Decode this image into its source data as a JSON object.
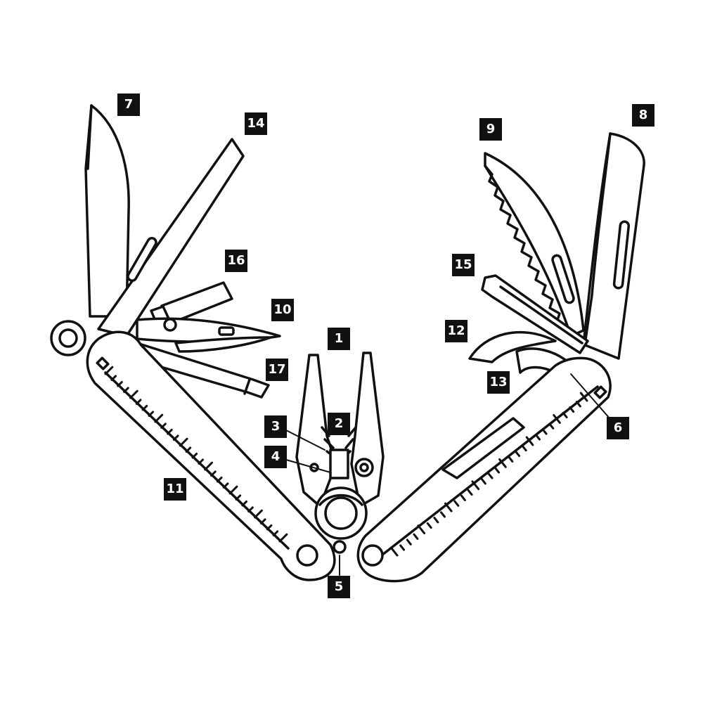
{
  "diagram": {
    "callouts": [
      {
        "id": "c1",
        "label": "1"
      },
      {
        "id": "c2",
        "label": "2"
      },
      {
        "id": "c3",
        "label": "3"
      },
      {
        "id": "c4",
        "label": "4"
      },
      {
        "id": "c5",
        "label": "5"
      },
      {
        "id": "c6",
        "label": "6"
      },
      {
        "id": "c7",
        "label": "7"
      },
      {
        "id": "c8",
        "label": "8"
      },
      {
        "id": "c9",
        "label": "9"
      },
      {
        "id": "c10",
        "label": "10"
      },
      {
        "id": "c11",
        "label": "11"
      },
      {
        "id": "c12",
        "label": "12"
      },
      {
        "id": "c13",
        "label": "13"
      },
      {
        "id": "c14",
        "label": "14"
      },
      {
        "id": "c15",
        "label": "15"
      },
      {
        "id": "c16",
        "label": "16"
      },
      {
        "id": "c17",
        "label": "17"
      }
    ]
  },
  "colors": {
    "line": "#111111",
    "badge_bg": "#111111",
    "badge_text": "#ffffff",
    "background": "#ffffff"
  }
}
